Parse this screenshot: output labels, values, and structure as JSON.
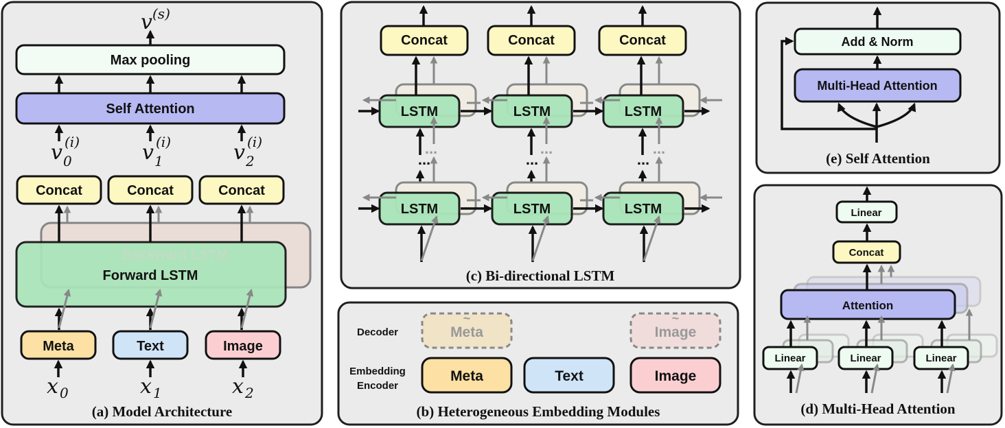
{
  "colors": {
    "panel_bg": "#ebebeb",
    "max_pooling": "#f2fbf4",
    "attention": "#b6b9f2",
    "concat": "#fdf7c2",
    "lstm": "#a9e5b9",
    "backward_lstm": "#eadcd5",
    "meta": "#fde0a4",
    "text": "#cfe4f7",
    "image": "#fbcfd2",
    "linear": "#eefbf0",
    "add_norm": "#eefbf3"
  },
  "panel_a": {
    "output": "v",
    "output_sup": "(s)",
    "max_pooling": "Max pooling",
    "self_attention": "Self Attention",
    "v_symbol": "v",
    "v_sup": "(i)",
    "v_subs": [
      "0",
      "1",
      "2"
    ],
    "concat": "Concat",
    "backward_lstm": "Backward LSTM",
    "forward_lstm": "Forward LSTM",
    "inputs": [
      "Meta",
      "Text",
      "Image"
    ],
    "x_symbol": "x",
    "x_subs": [
      "0",
      "1",
      "2"
    ],
    "caption": "(a) Model Architecture"
  },
  "panel_b": {
    "decoder_label": "Decoder",
    "encoder_label_line1": "Embedding",
    "encoder_label_line2": "Encoder",
    "decoder_items": [
      "Meta",
      "Image"
    ],
    "tilde": "~",
    "encoder_items": [
      "Meta",
      "Text",
      "Image"
    ],
    "caption": "(b) Heterogeneous Embedding Modules"
  },
  "panel_c": {
    "concat": "Concat",
    "lstm": "LSTM",
    "dots": "...",
    "caption": "(c) Bi-directional LSTM"
  },
  "panel_d": {
    "linear": "Linear",
    "concat": "Concat",
    "attention": "Attention",
    "caption": "(d) Multi-Head Attention"
  },
  "panel_e": {
    "add_norm": "Add & Norm",
    "multi_head_attention": "Multi-Head Attention",
    "caption": "(e) Self Attention"
  }
}
